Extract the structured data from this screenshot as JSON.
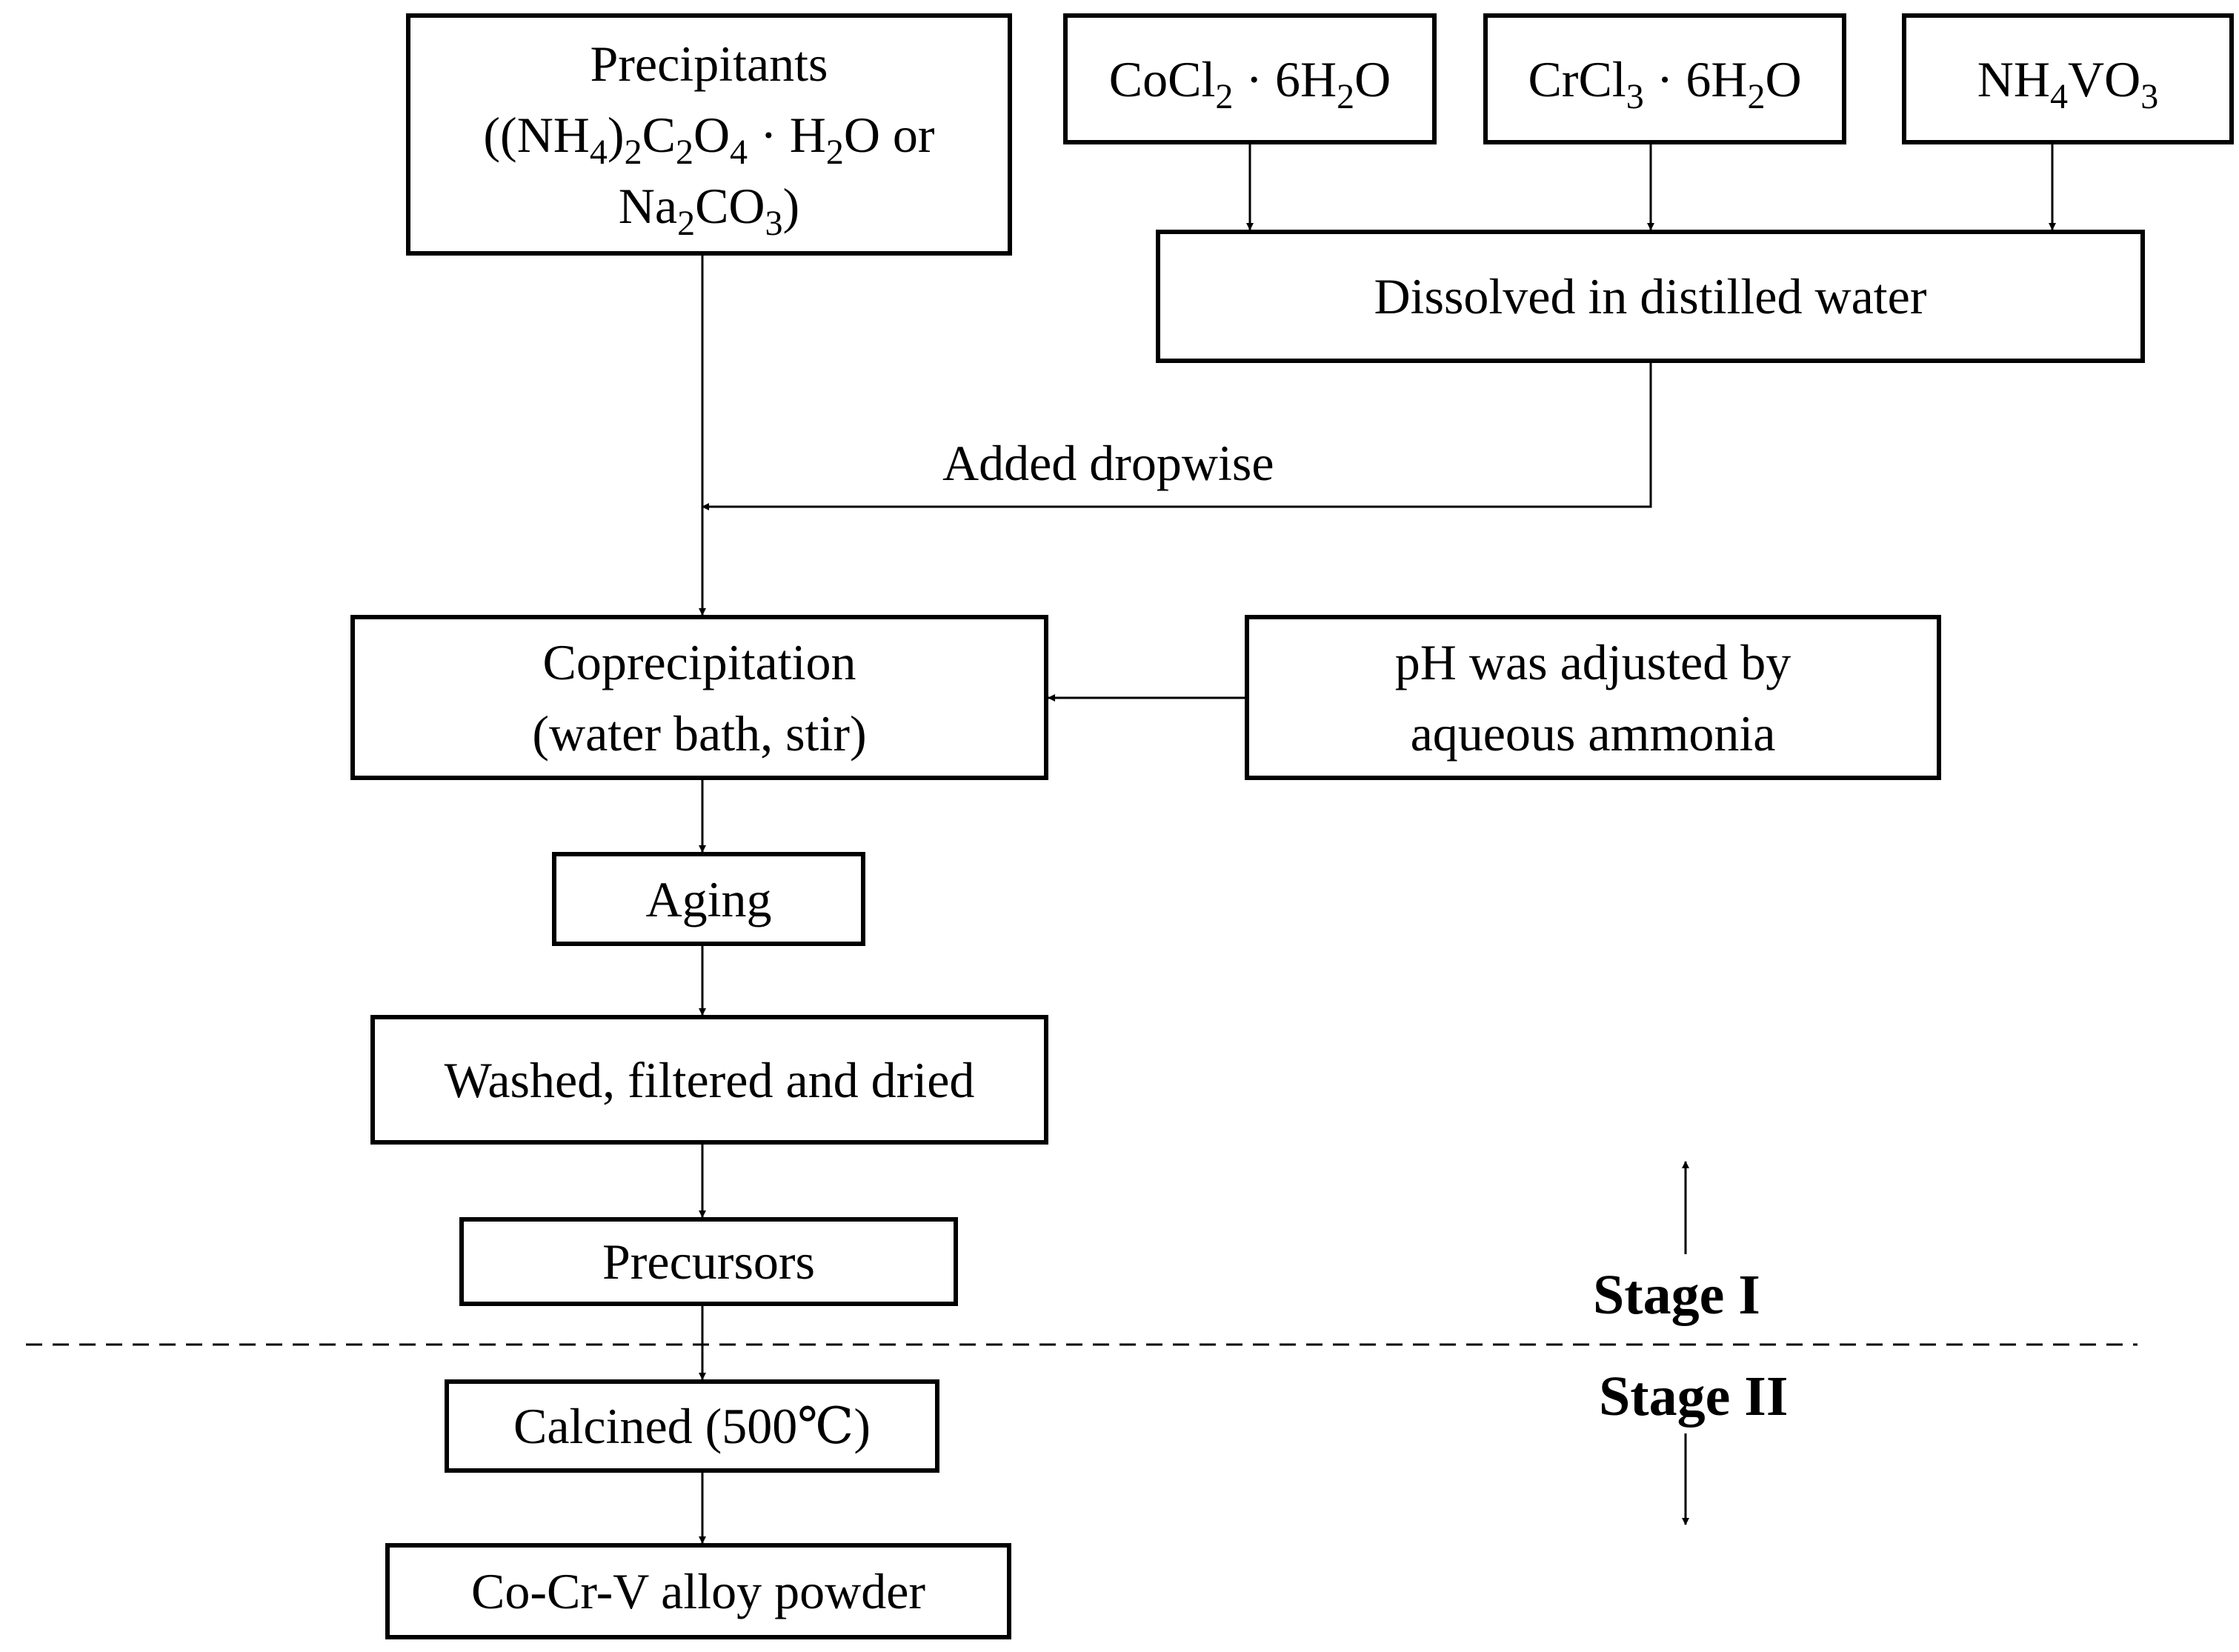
{
  "nodes": {
    "precipitants": {
      "line1": "Precipitants",
      "line2": {
        "a": "((NH",
        "b": "4",
        "c": ")",
        "d": "2",
        "e": "C",
        "f": "2",
        "g": "O",
        "h": "4",
        "i": " · H",
        "j": "2",
        "k": "O or"
      },
      "line3": {
        "a": "Na",
        "b": "2",
        "c": "CO",
        "d": "3",
        "e": ")"
      }
    },
    "cocl2": {
      "a": "CoCl",
      "b": "2",
      "c": " · 6H",
      "d": "2",
      "e": "O"
    },
    "crcl3": {
      "a": "CrCl",
      "b": "3",
      "c": " · 6H",
      "d": "2",
      "e": "O"
    },
    "nh4vo3": {
      "a": "NH",
      "b": "4",
      "c": "VO",
      "d": "3"
    },
    "dissolved": "Dissolved in distilled water",
    "coprecipitation": {
      "line1": "Coprecipitation",
      "line2": "(water bath, stir)"
    },
    "ph": {
      "line1": "pH was adjusted by",
      "line2": "aqueous ammonia"
    },
    "aging": "Aging",
    "washed": "Washed, filtered and dried",
    "precursors": "Precursors",
    "calcined": "Calcined (500℃)",
    "powder": "Co-Cr-V alloy powder"
  },
  "labels": {
    "added_dropwise": "Added dropwise",
    "stage_1": "Stage I",
    "stage_2": "Stage II"
  },
  "colors": {
    "stroke": "#000000",
    "background": "#ffffff"
  }
}
